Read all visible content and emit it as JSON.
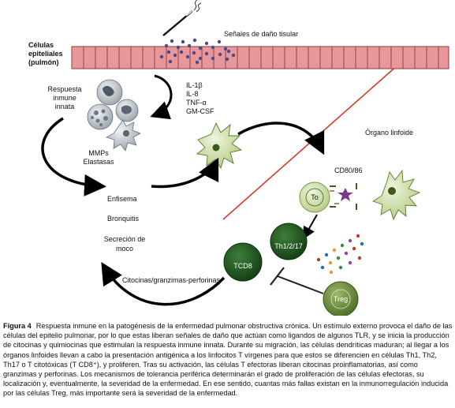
{
  "labels": {
    "epithelial": [
      "Células",
      "epiteliales",
      "(pulmón)"
    ],
    "damage_signals": "Señales de daño tisular",
    "innate": [
      "Respuesta",
      "inmune",
      "innata"
    ],
    "cytokines": [
      "IL-1β",
      "IL-8",
      "TNF-α",
      "GM-CSF"
    ],
    "lymphoid": "Órgano linfoide",
    "mmps": [
      "MMPs",
      "Elastasas"
    ],
    "cd": "CD80/86",
    "to": "To",
    "emphysema": "Enfisema",
    "bronchitis": "Bronquitis",
    "mucus": [
      "Secreción de",
      "moco"
    ],
    "th": "Th1/2/17",
    "tcd8": "TCD8",
    "treg": "Treg",
    "cyto_gz": "Citocinas/granzimas-perforinas"
  },
  "caption": {
    "figure": "Figura 4",
    "text": "Respuesta inmune en la patogénesis de la enfermedad pulmonar obstructiva crónica. Un estímulo externo provoca el daño de las células del epitelio pulmonar, por lo que estas liberan señales de daño que actúan como ligandos de algunos TLR, y se inicia la producción de citocinas y quimiocinas que estimulan la respuesta inmune innata. Durante su migración, las células dendríticas maduran; al llegar a los órganos linfoides llevan a cabo la presentación antigénica a los linfocitos T vírgenes para que estos se diferencien en células Th1, Th2, Th17 o T citotóxicas (T CD8⁺), y proliferen. Tras su activación, las células T efectoras liberan citocinas proinflamatorias, así como granzimas y perforinas. Los mecanismos de tolerancia periférica determinarán el grado de proliferación de las células efectoras, su localización y, eventualmente, la severidad de la enfermedad. En ese sentido, cuantas más fallas existan en la inmunorregulación inducida por las células Treg, más importante será la severidad de la enfermedad."
  },
  "colors": {
    "epithelium": "#e8989a",
    "epithelium_stroke": "#8a3a3c",
    "dark_green": "#1f5a1f",
    "mid_green": "#6e8e3a",
    "light_green": "#cfe0a8",
    "lymphoid_line": "#d43a2a",
    "particles": "#4a4a8a"
  }
}
